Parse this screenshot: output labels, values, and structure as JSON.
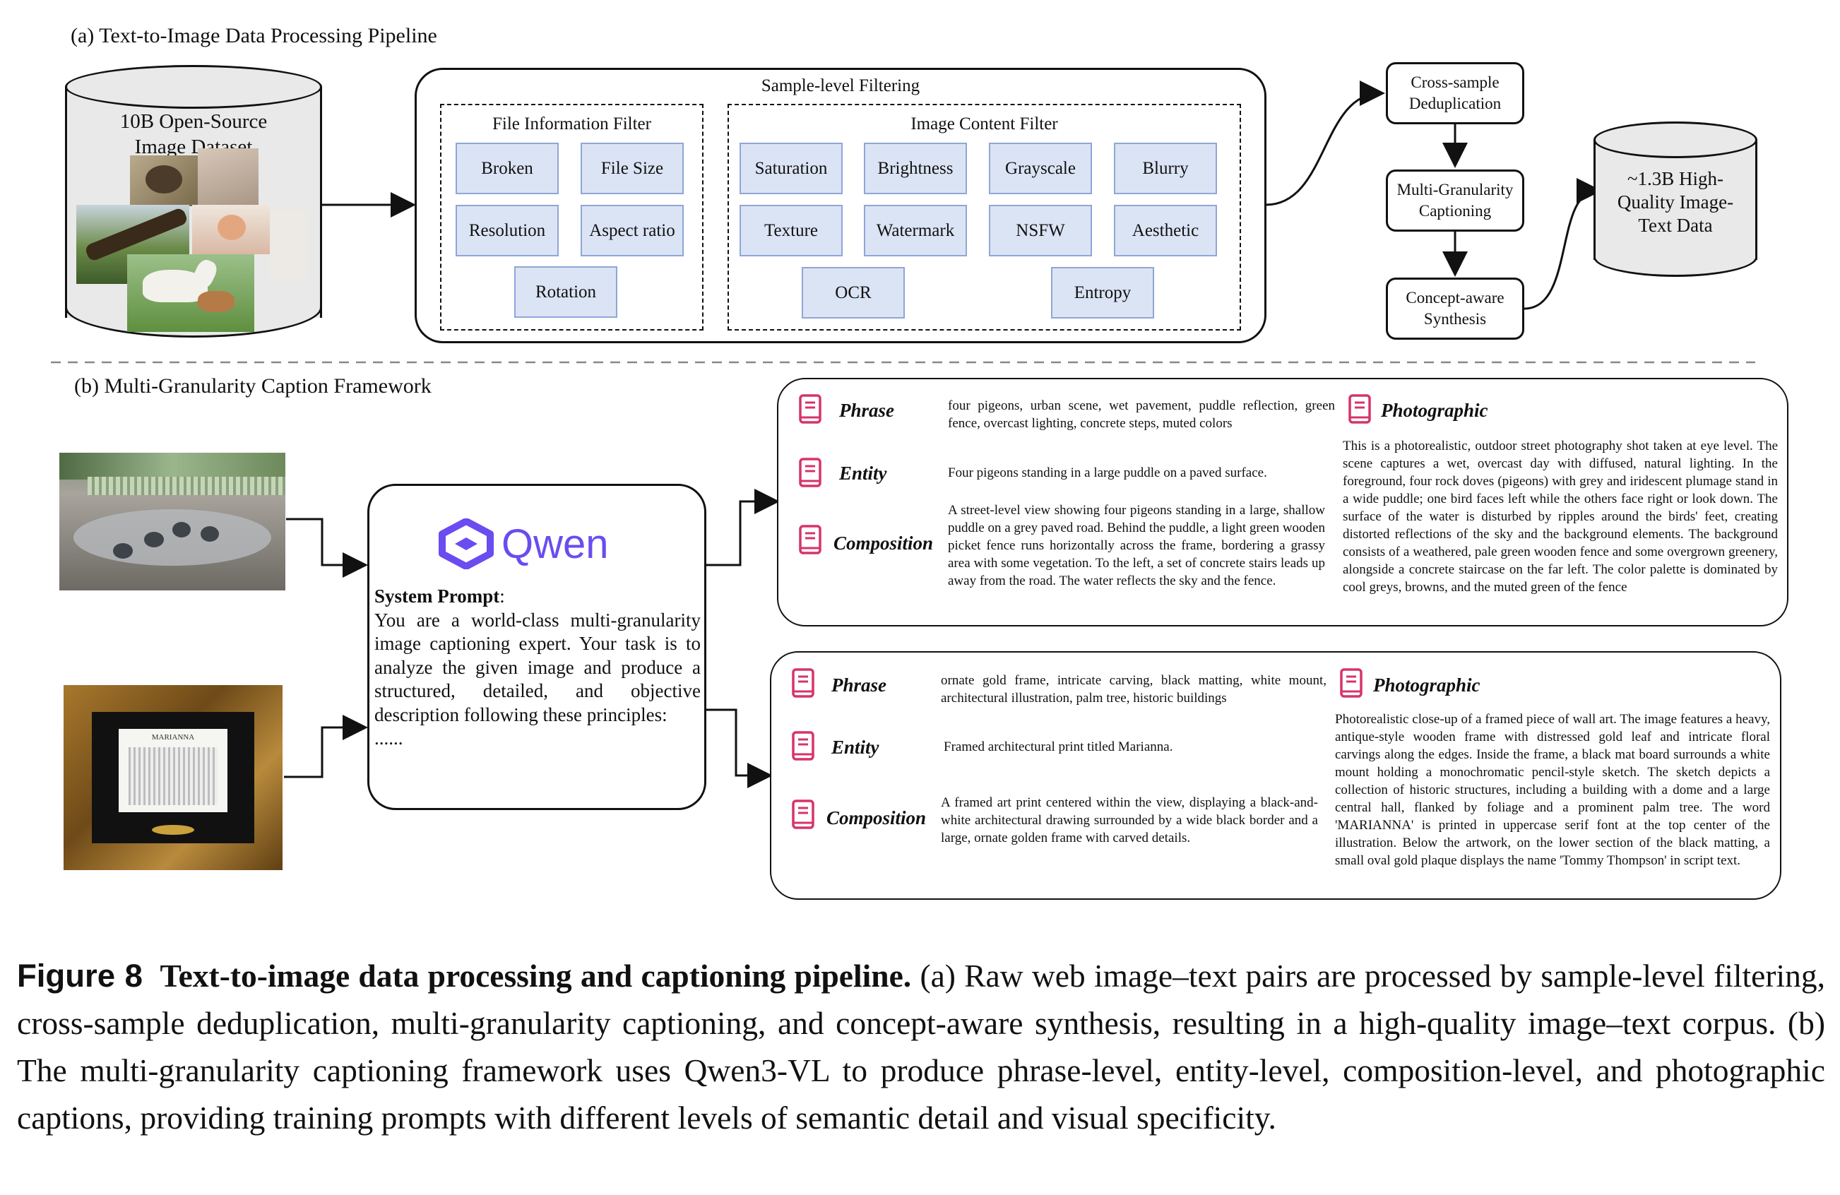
{
  "section_a": {
    "label": "(a) Text-to-Image Data Processing Pipeline",
    "source_db": "10B Open-Source Image Dataset",
    "sample_filter_title": "Sample-level Filtering",
    "file_filter_title": "File Information Filter",
    "file_filters": [
      "Broken",
      "File Size",
      "Resolution",
      "Aspect ratio",
      "Rotation"
    ],
    "content_filter_title": "Image Content Filter",
    "content_filters": [
      "Saturation",
      "Brightness",
      "Grayscale",
      "Blurry",
      "Texture",
      "Watermark",
      "NSFW",
      "Aesthetic",
      "OCR",
      "Entropy"
    ],
    "dedup": "Cross-sample Deduplication",
    "captioning": "Multi-Granularity Captioning",
    "synthesis": "Concept-aware Synthesis",
    "output_db": "~1.3B High-Quality Image-Text Data"
  },
  "section_b": {
    "label": "(b) Multi-Granularity Caption Framework",
    "qwen_logo": "Qwen",
    "prompt_title": "System Prompt",
    "prompt_text": "You are a world-class multi-granularity image captioning expert. Your task is to analyze the given image and produce a structured, detailed, and objective description following these principles:",
    "prompt_ellipsis": "......",
    "card1": {
      "phrase_label": "Phrase",
      "phrase": "four pigeons, urban scene, wet pavement, puddle reflection, green fence, overcast lighting, concrete steps, muted colors",
      "entity_label": "Entity",
      "entity": "Four pigeons standing in a large puddle on a paved surface.",
      "composition_label": "Composition",
      "composition": "A street-level view showing four pigeons standing in a large, shallow puddle on a grey paved road. Behind the puddle, a light green wooden picket fence runs horizontally across the frame, bordering a grassy area with some vegetation. To the left, a set of concrete stairs leads up away from the road. The water reflects the sky and the fence.",
      "photographic_label": "Photographic",
      "photographic": "This is a photorealistic, outdoor street photography shot taken at eye level. The scene captures a wet, overcast day with diffused, natural lighting. In the foreground, four rock doves (pigeons) with grey and iridescent plumage stand in a wide puddle; one bird faces left while the others face right or look down. The surface of the water is disturbed by ripples around the birds' feet, creating distorted reflections of the sky and the background elements. The background consists of a weathered, pale green wooden fence and some overgrown greenery, alongside a concrete staircase on the far left. The color palette is dominated by cool greys, browns, and the muted green of the fence"
    },
    "card2": {
      "phrase_label": "Phrase",
      "phrase": "ornate gold frame, intricate carving, black matting, white mount, architectural illustration, palm tree, historic buildings",
      "entity_label": "Entity",
      "entity": "Framed architectural print titled Marianna.",
      "composition_label": "Composition",
      "composition": "A framed art print centered within the view, displaying a black-and-white architectural drawing surrounded by a wide black border and a large, ornate golden frame with carved details.",
      "photographic_label": "Photographic",
      "photographic": "Photorealistic close-up of a framed piece of wall art. The image features a heavy, antique-style wooden frame with distressed gold leaf and intricate floral carvings along the edges. Inside the frame, a black mat board surrounds a white mount holding a monochromatic pencil-style sketch. The sketch depicts a collection of historic structures, including a building with a dome and a large central hall, flanked by foliage and a prominent palm tree. The word 'MARIANNA' is printed in uppercase serif font at the top center of the illustration. Below the artwork, on the lower section of the black matting, a small oval gold plaque displays the name 'Tommy Thompson' in script text."
    },
    "frame_image_text": "MARIANNA"
  },
  "caption": {
    "figure": "Figure 8",
    "title": "Text-to-image data processing and captioning pipeline.",
    "body": "(a) Raw web image–text pairs are processed by sample-level filtering, cross-sample deduplication, multi-granularity captioning, and concept-aware synthesis, resulting in a high-quality image–text corpus. (b) The multi-granularity captioning framework uses Qwen3-VL to produce phrase-level, entity-level, composition-level, and photographic captions, providing training prompts with different levels of semantic detail and visual specificity."
  },
  "colors": {
    "filter_fill": "#dbe4f5",
    "filter_border": "#8fa6d6",
    "book_icon": "#d6336c",
    "qwen_purple": "#6a4cf0",
    "db_fill": "#e9e9e9"
  }
}
